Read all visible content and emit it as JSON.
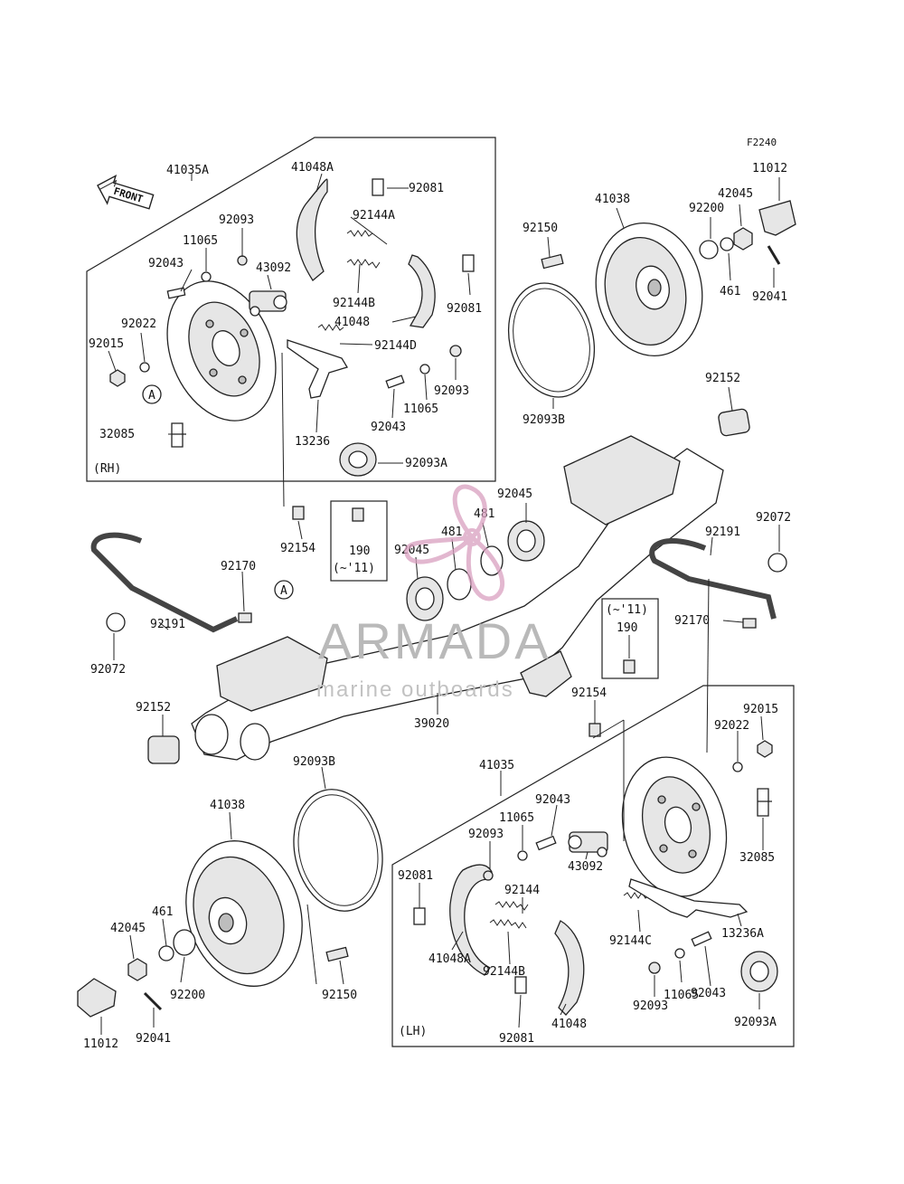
{
  "diagram_code": "F2240",
  "front_label": "FRONT",
  "side_rh": "(RH)",
  "side_lh": "(LH)",
  "watermark": {
    "brand": "ARMADA",
    "tagline": "marine outboards",
    "color": "#d9a0c0"
  },
  "labels": {
    "l_41035A": "41035A",
    "l_41048A_rh": "41048A",
    "l_92081_rh_a": "92081",
    "l_92144A": "92144A",
    "l_92093_rh_a": "92093",
    "l_11065_rh_a": "11065",
    "l_92043_rh_a": "92043",
    "l_43092_rh": "43092",
    "l_92144B_rh": "92144B",
    "l_92081_rh_b": "92081",
    "l_41048_rh": "41048",
    "l_92022_rh": "92022",
    "l_92015_rh": "92015",
    "l_92144D": "92144D",
    "l_92093_rh_b": "92093",
    "l_11065_rh_b": "11065",
    "l_92043_rh_b": "92043",
    "l_32085_rh": "32085",
    "l_13236": "13236",
    "l_92093A_rh": "92093A",
    "l_41038_rh": "41038",
    "l_92150_rh": "92150",
    "l_92200_rh": "92200",
    "l_42045_rh": "42045",
    "l_11012_rh": "11012",
    "l_461_rh": "461",
    "l_92041_rh": "92041",
    "l_92093B_rh": "92093B",
    "l_92152_rh": "92152",
    "l_92154_top": "92154",
    "l_190_a": "190",
    "l_11_a": "(~'11)",
    "l_92045_a": "92045",
    "l_481_a": "481",
    "l_92045_b": "92045",
    "l_481_b": "481",
    "l_92170_left": "92170",
    "l_92191_left": "92191",
    "l_92072_left": "92072",
    "l_92191_right": "92191",
    "l_92072_right": "92072",
    "l_92170_right": "92170",
    "l_11_b": "(~'11)",
    "l_190_b": "190",
    "l_92152_left": "92152",
    "l_39020": "39020",
    "l_92154_mid": "92154",
    "l_92015_lh": "92015",
    "l_92022_lh": "92022",
    "l_92093B_lh": "92093B",
    "l_41035": "41035",
    "l_92043_lh_a": "92043",
    "l_11065_lh_a": "11065",
    "l_92093_lh_a": "92093",
    "l_41038_lh": "41038",
    "l_92081_lh_a": "92081",
    "l_92144": "92144",
    "l_43092_lh": "43092",
    "l_32085_lh": "32085",
    "l_461_lh": "461",
    "l_42045_lh": "42045",
    "l_41048A_lh": "41048A",
    "l_92144C": "92144C",
    "l_13236A": "13236A",
    "l_92144B_lh": "92144B",
    "l_92043_lh_b": "92043",
    "l_92200_lh": "92200",
    "l_92150_lh": "92150",
    "l_11065_lh_b": "11065",
    "l_92093_lh_b": "92093",
    "l_92093A_lh": "92093A",
    "l_11012_lh": "11012",
    "l_92041_lh": "92041",
    "l_41048_lh": "41048",
    "l_92081_lh_b": "92081",
    "l_A_rh": "A",
    "l_A_axle": "A"
  }
}
